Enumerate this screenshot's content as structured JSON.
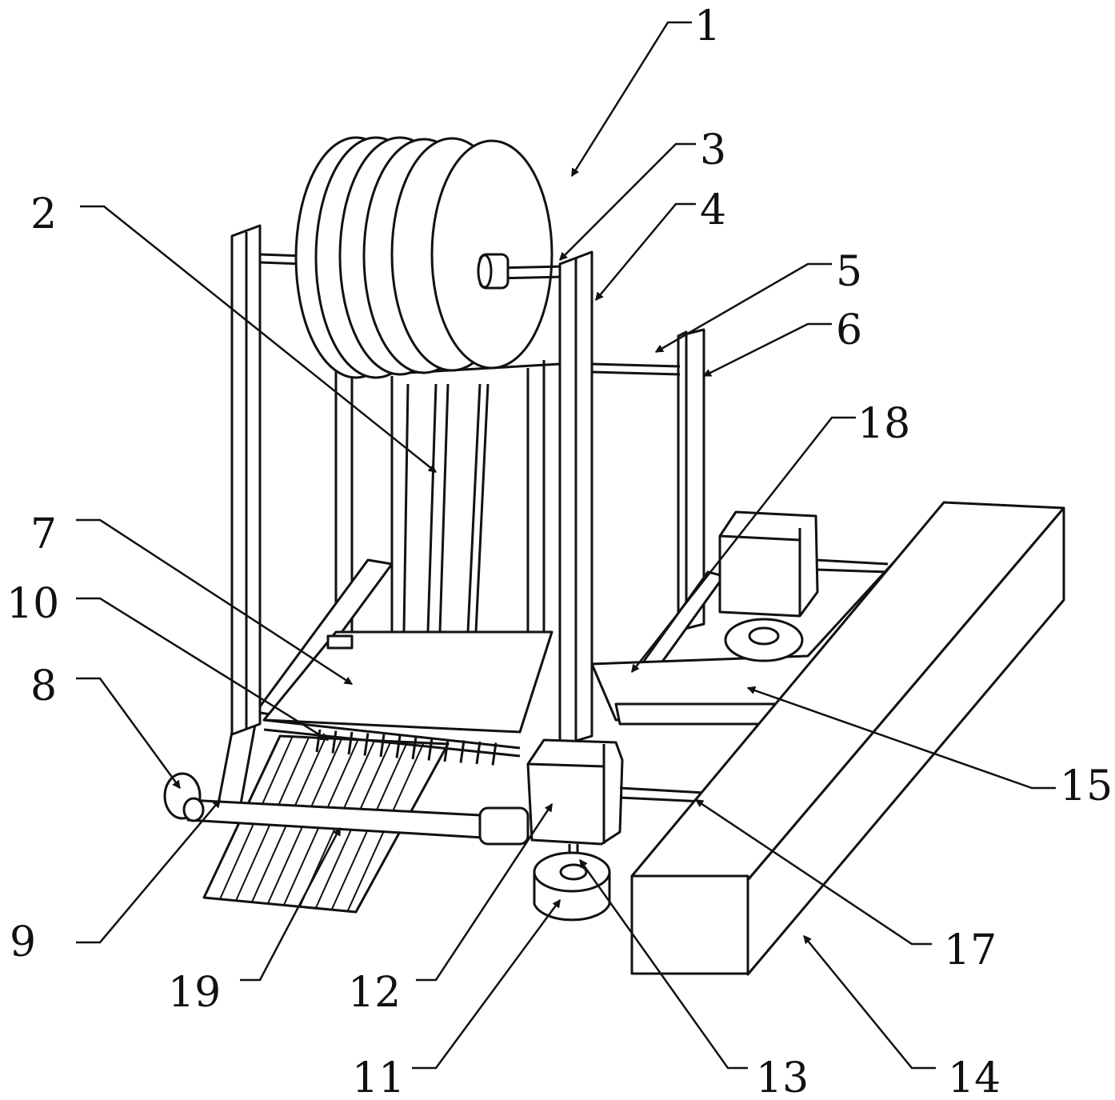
{
  "diagram": {
    "type": "patent-mechanical-drawing",
    "labels": {
      "l1": "1",
      "l2": "2",
      "l3": "3",
      "l4": "4",
      "l5": "5",
      "l6": "6",
      "l7": "7",
      "l8": "8",
      "l9": "9",
      "l10": "10",
      "l11": "11",
      "l12": "12",
      "l13": "13",
      "l14": "14",
      "l15": "15",
      "l17": "17",
      "l18": "18",
      "l19": "19"
    }
  }
}
